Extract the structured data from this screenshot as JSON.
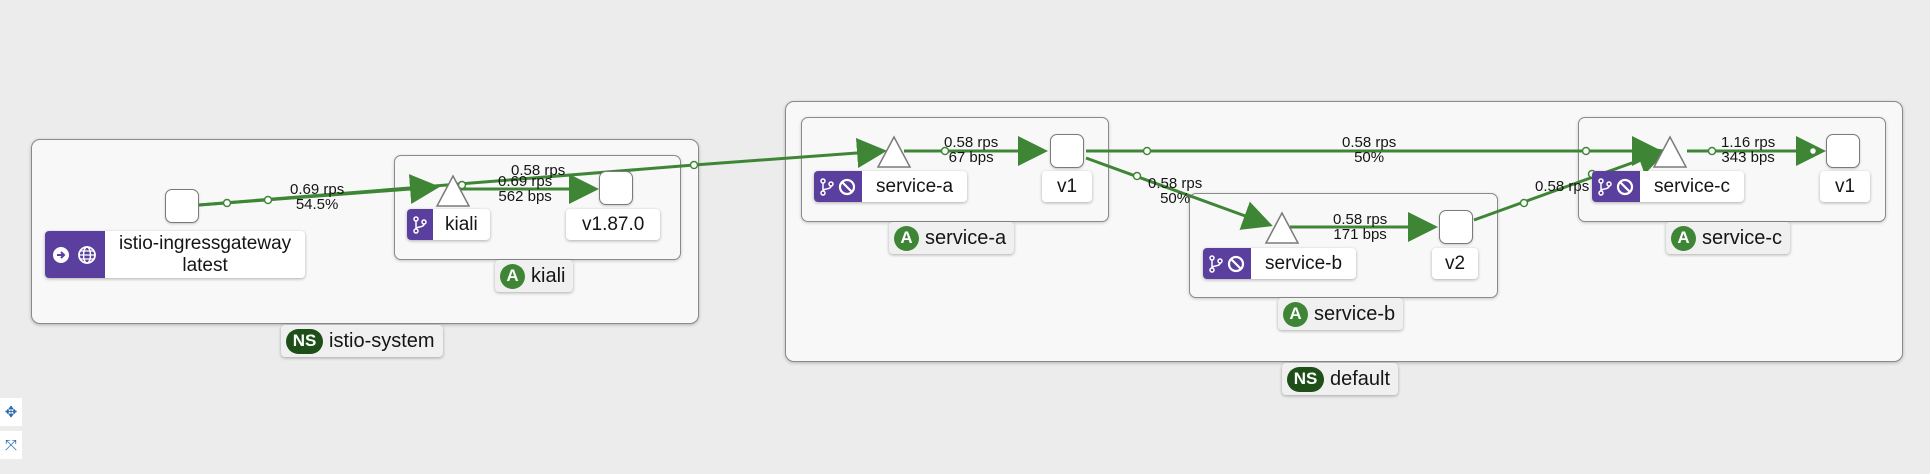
{
  "namespaces": {
    "istio_system": {
      "badge": "NS",
      "label": "istio-system"
    },
    "default": {
      "badge": "NS",
      "label": "default"
    }
  },
  "apps": {
    "kiali": {
      "badge": "A",
      "label": "kiali"
    },
    "service_a": {
      "badge": "A",
      "label": "service-a"
    },
    "service_b": {
      "badge": "A",
      "label": "service-b"
    },
    "service_c": {
      "badge": "A",
      "label": "service-c"
    }
  },
  "nodes": {
    "ingress_label_line1": "istio-ingressgateway",
    "ingress_label_line2": "latest",
    "kiali_service": "kiali",
    "kiali_version": "v1.87.0",
    "service_a_service": "service-a",
    "service_a_version": "v1",
    "service_b_service": "service-b",
    "service_b_version": "v2",
    "service_c_service": "service-c",
    "service_c_version": "v1"
  },
  "edge_labels": {
    "ingress_to_kiali_1": "0.69 rps",
    "ingress_to_kiali_2": "54.5%",
    "ingress_to_service_a": "0.58 rps",
    "kiali_overlap_1": "0.69 rps",
    "kiali_overlap_2": "562 bps",
    "a_svc_to_v1_1": "0.58 rps",
    "a_svc_to_v1_2": "67 bps",
    "a_v1_to_c_1": "0.58 rps",
    "a_v1_to_c_2": "50%",
    "a_v1_to_b_1": "0.58 rps",
    "a_v1_to_b_2": "50%",
    "b_svc_to_v2_1": "0.58 rps",
    "b_svc_to_v2_2": "171 bps",
    "b_v2_to_c": "0.58 rps",
    "c_svc_to_v1_1": "1.16 rps",
    "c_svc_to_v1_2": "343 bps"
  },
  "colors": {
    "edge": "#3e8635",
    "badge_purple": "#5a3f9e",
    "app_badge": "#3e8635",
    "ns_badge": "#1e4f18"
  },
  "icons": [
    "arrow-right-circle-icon",
    "globe-icon",
    "branch-icon",
    "block-icon",
    "move-icon",
    "fit-icon"
  ]
}
